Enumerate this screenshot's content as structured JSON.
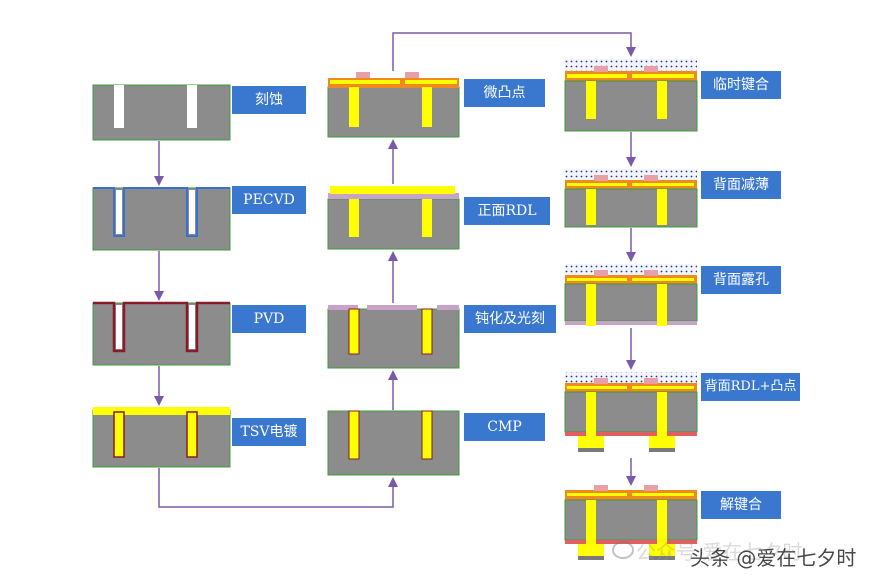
{
  "steps": [
    {
      "label": "刻蚀"
    },
    {
      "label": "PECVD"
    },
    {
      "label": "PVD"
    },
    {
      "label": "TSV电镀"
    },
    {
      "label": "CMP"
    },
    {
      "label": "钝化及光刻"
    },
    {
      "label": "正面RDL"
    },
    {
      "label": "微凸点"
    },
    {
      "label": "临时键合"
    },
    {
      "label": "背面减薄"
    },
    {
      "label": "背面露孔"
    },
    {
      "label": "背面RDL+凸点"
    },
    {
      "label": "解键合"
    }
  ],
  "watermark": {
    "faded": "公众号  爱在七夕时",
    "bold": "头条 @爱在七夕时"
  },
  "colors": {
    "substrate": "#8c8c8c",
    "substrate_edge": "#3c9a3c",
    "label_bg": "#3a78d0",
    "label_text": "#ffffff",
    "oxide": "#3a6fd0",
    "barrier": "#8a1a2a",
    "copper": "#ffff00",
    "passivation": "#c8a2c8",
    "rdl_orange": "#f08a1e",
    "bump_pink": "#e8a0a8",
    "carrier_dots": "#1a3a8a",
    "arrow": "#7a5aa8"
  }
}
